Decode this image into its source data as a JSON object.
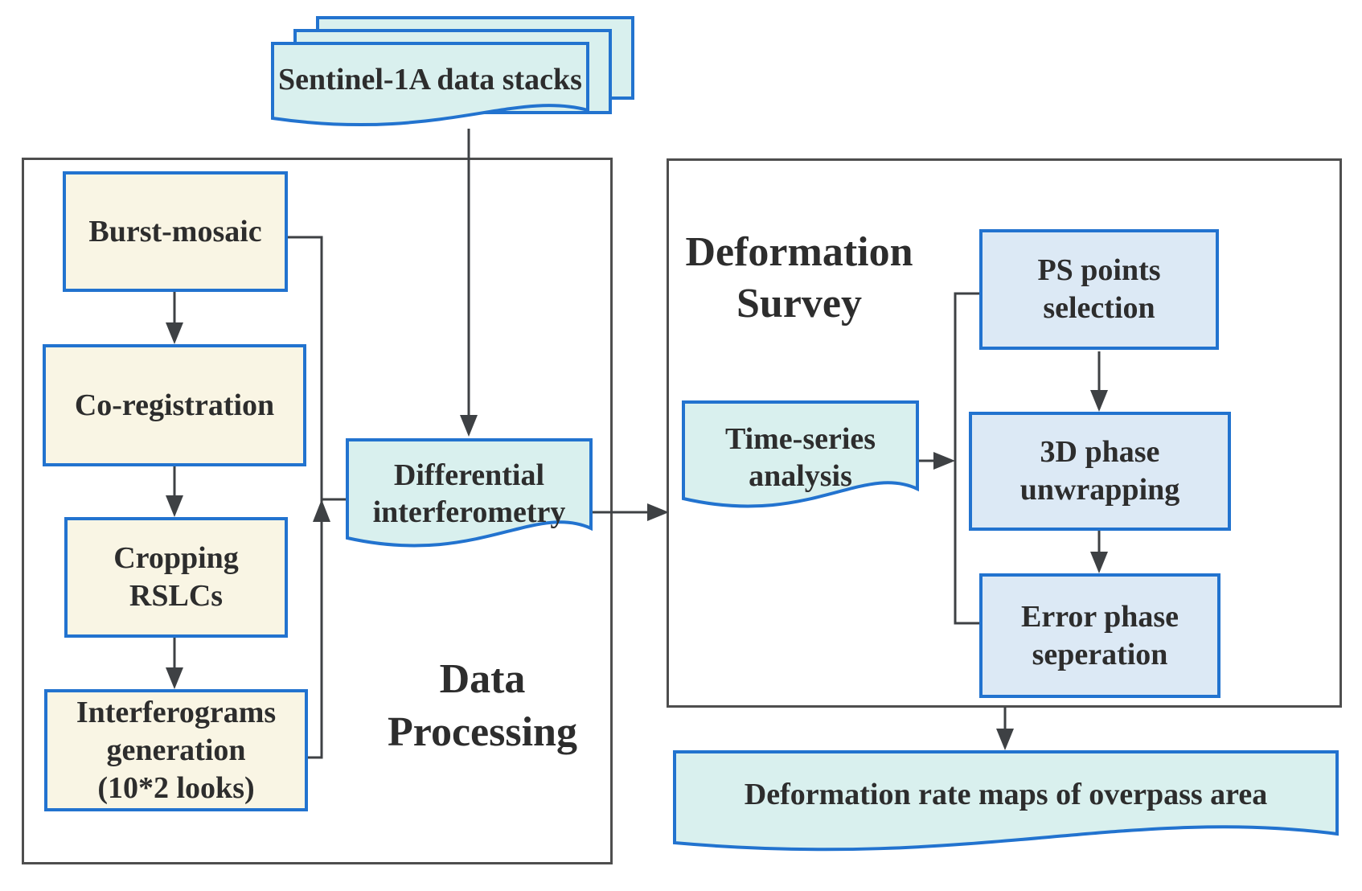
{
  "flowchart": {
    "input_document": {
      "label": "Sentinel-1A data stacks"
    },
    "data_processing": {
      "title": "Data\nProcessing",
      "steps": [
        "Burst-mosaic",
        "Co-registration",
        "Cropping\nRSLCs",
        "Interferograms\ngeneration\n(10*2 looks)"
      ],
      "document": "Differential\ninterferometry"
    },
    "deformation_survey": {
      "title": "Deformation\nSurvey",
      "document": "Time-series\nanalysis",
      "steps": [
        "PS points\nselection",
        "3D phase\nunwrapping",
        "Error phase\nseperation"
      ]
    },
    "output_document": {
      "label": "Deformation rate maps of overpass area"
    }
  },
  "colors": {
    "process_fill": "#f9f5e4",
    "document_fill": "#d9f0ee",
    "survey_step_fill": "#dce9f5",
    "node_border": "#2273cf",
    "container_border": "#4e4e4e",
    "connector": "#3e4144",
    "text": "#2d2d2d"
  }
}
